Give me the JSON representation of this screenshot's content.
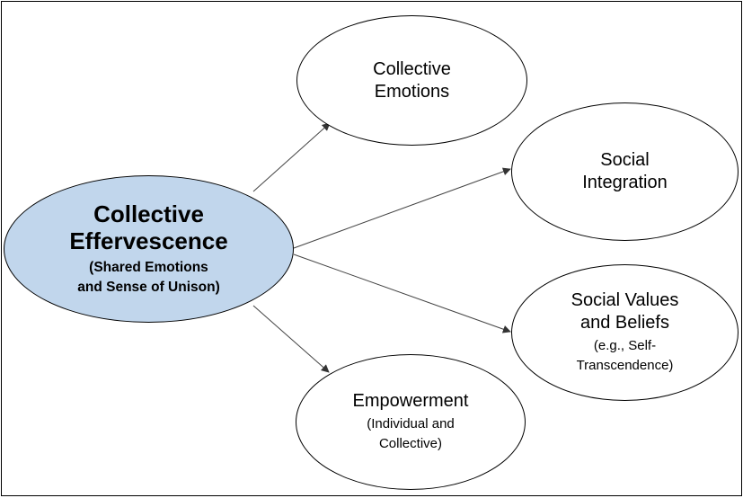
{
  "diagram": {
    "central": {
      "title_line1": "Collective",
      "title_line2": "Effervescence",
      "sub_line1": "(Shared Emotions",
      "sub_line2": "and Sense of Unison)",
      "fill_color": "#c1d6ec"
    },
    "outcomes": [
      {
        "title_line1": "Collective",
        "title_line2": "Emotions"
      },
      {
        "title_line1": "Social",
        "title_line2": "Integration"
      },
      {
        "title_line1": "Social Values",
        "title_line2": "and Beliefs",
        "sub_line1": "(e.g., Self-",
        "sub_line2": "Transcendence)"
      },
      {
        "title_line1": "Empowerment",
        "sub_line1": "(Individual and",
        "sub_line2": "Collective)"
      }
    ]
  }
}
